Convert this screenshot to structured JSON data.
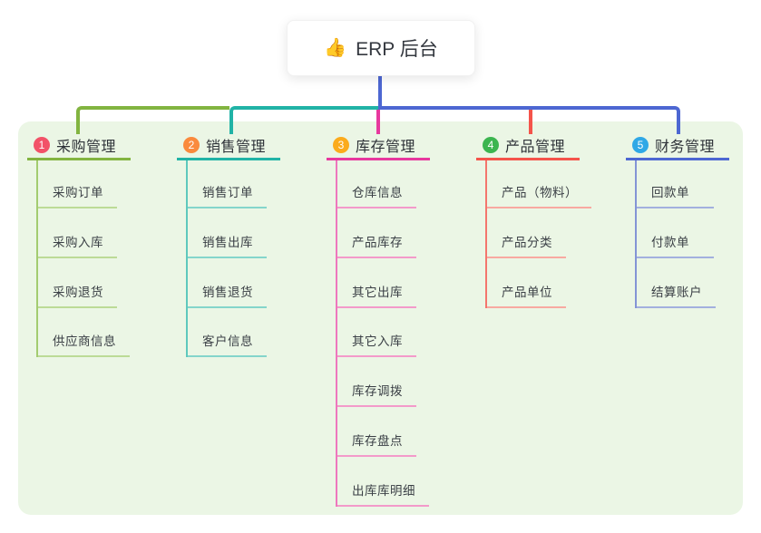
{
  "root": {
    "icon": "thumbs-up-icon",
    "icon_glyph": "👍",
    "label": "ERP 后台"
  },
  "branches": [
    {
      "number": "1",
      "label": "采购管理",
      "badge_color": "#f25268",
      "line_color": "#82b440",
      "line_color_mid": "#a3cc70",
      "line_color_light": "#bcdb96",
      "children": [
        "采购订单",
        "采购入库",
        "采购退货",
        "供应商信息"
      ]
    },
    {
      "number": "2",
      "label": "销售管理",
      "badge_color": "#fa8a3d",
      "line_color": "#21b3a6",
      "line_color_mid": "#5ec9bd",
      "line_color_light": "#84d5cb",
      "children": [
        "销售订单",
        "销售出库",
        "销售退货",
        "客户信息"
      ]
    },
    {
      "number": "3",
      "label": "库存管理",
      "badge_color": "#fbab1c",
      "line_color": "#e7389e",
      "line_color_mid": "#ee77bd",
      "line_color_light": "#f39aca",
      "children": [
        "仓库信息",
        "产品库存",
        "其它出库",
        "其它入库",
        "库存调拨",
        "库存盘点",
        "出库库明细"
      ]
    },
    {
      "number": "4",
      "label": "产品管理",
      "badge_color": "#3cb550",
      "line_color": "#f4544b",
      "line_color_mid": "#f4766d",
      "line_color_light": "#f8a9a1",
      "children": [
        "产品（物料）",
        "产品分类",
        "产品单位"
      ]
    },
    {
      "number": "5",
      "label": "财务管理",
      "badge_color": "#2fa8e6",
      "line_color": "#4d67d2",
      "line_color_mid": "#8494d6",
      "line_color_light": "#a2b0de",
      "children": [
        "回款单",
        "付款单",
        "结算账户"
      ]
    }
  ],
  "colors": {
    "panel_bg": "#ebf6e5",
    "root_line": "#4d67d2"
  }
}
